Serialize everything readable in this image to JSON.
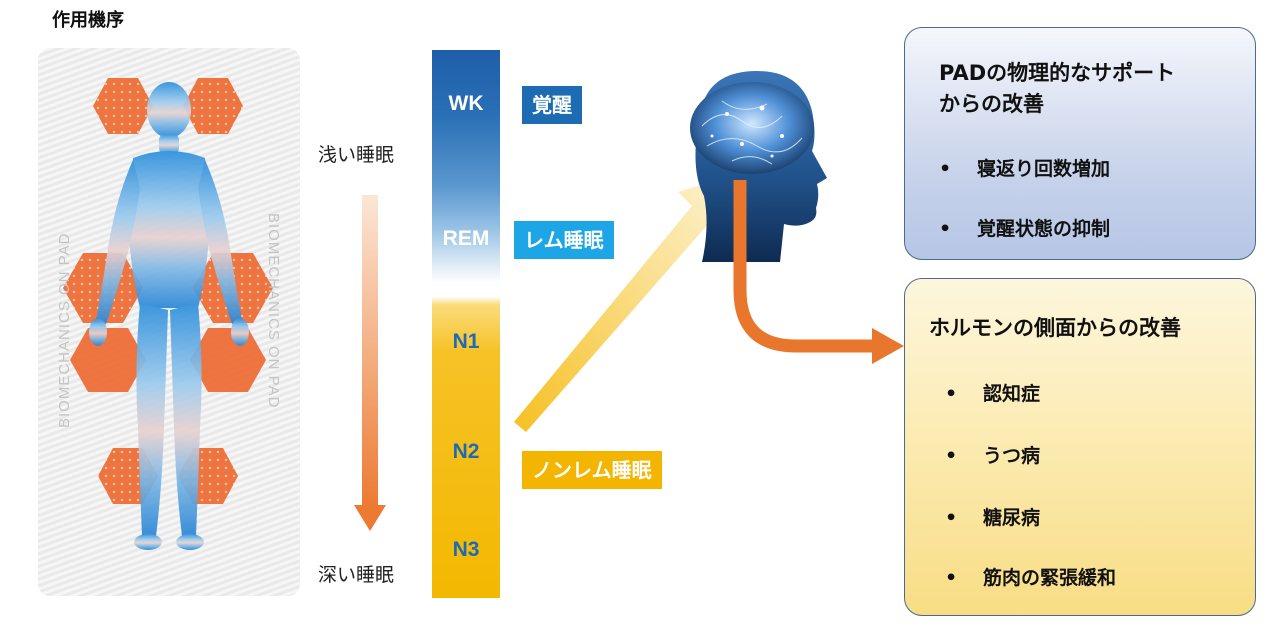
{
  "title": "作用機序",
  "pad": {
    "watermark": "BIOMECHANICS ON PAD"
  },
  "depth": {
    "shallow": "浅い睡眠",
    "deep": "深い睡眠"
  },
  "stages": [
    "WK",
    "REM",
    "N1",
    "N2",
    "N3"
  ],
  "tags": {
    "wake": "覚醒",
    "rem": "レム睡眠",
    "nrem": "ノンレム睡眠"
  },
  "colors": {
    "wake_tag": "#1d6bb3",
    "rem_tag": "#1ea5e6",
    "nrem_tag": "#f3b500",
    "arrow_orange": "#e8762c"
  },
  "box_physical": {
    "title_line1": "PADの物理的なサポート",
    "title_line2": "からの改善",
    "items": [
      "寝返り回数増加",
      "覚醒状態の抑制"
    ]
  },
  "box_hormone": {
    "title": "ホルモンの側面からの改善",
    "items": [
      "認知症",
      "うつ病",
      "糖尿病",
      "筋肉の緊張緩和"
    ]
  },
  "bullet_char": "•"
}
